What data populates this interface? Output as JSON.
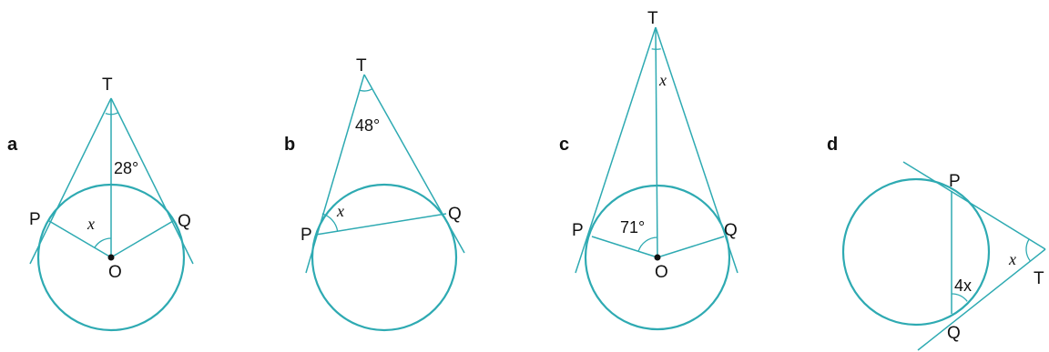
{
  "diagrams": [
    {
      "part": "a",
      "labels": {
        "T": "T",
        "P": "P",
        "Q": "Q",
        "O": "O"
      },
      "angle_given": "28°",
      "angle_unknown": "x"
    },
    {
      "part": "b",
      "labels": {
        "T": "T",
        "P": "P",
        "Q": "Q"
      },
      "angle_given": "48°",
      "angle_unknown": "x"
    },
    {
      "part": "c",
      "labels": {
        "T": "T",
        "P": "P",
        "Q": "Q",
        "O": "O"
      },
      "angle_given": "71°",
      "angle_unknown": "x"
    },
    {
      "part": "d",
      "labels": {
        "T": "T",
        "P": "P",
        "Q": "Q"
      },
      "angle_given": "4x",
      "angle_unknown": "x"
    }
  ],
  "colors": {
    "line": "#2eaab2",
    "text": "#111111"
  }
}
